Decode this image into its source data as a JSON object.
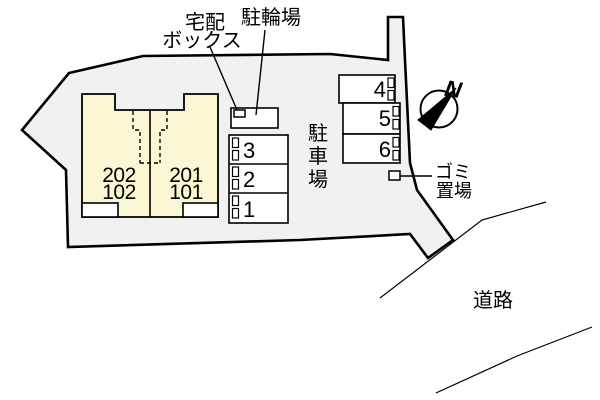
{
  "labels": {
    "delivery_box_line1": "宅配",
    "delivery_box_line2": "ボックス",
    "bicycle_parking": "駐輪場",
    "parking_vertical": [
      "駐",
      "車",
      "場"
    ],
    "garbage_line1": "ゴミ",
    "garbage_line2": "置場",
    "road": "道路",
    "compass_north": "N"
  },
  "building": {
    "units": [
      {
        "upper": "202",
        "lower": "102"
      },
      {
        "upper": "201",
        "lower": "101"
      }
    ]
  },
  "parking": {
    "left_spaces": [
      "3",
      "2",
      "1"
    ],
    "right_spaces": [
      "4",
      "5",
      "6"
    ]
  },
  "colors": {
    "site_fill": "#f1f1f1",
    "building_fill": "#fbf6d3",
    "line": "#000000",
    "white": "#ffffff"
  }
}
